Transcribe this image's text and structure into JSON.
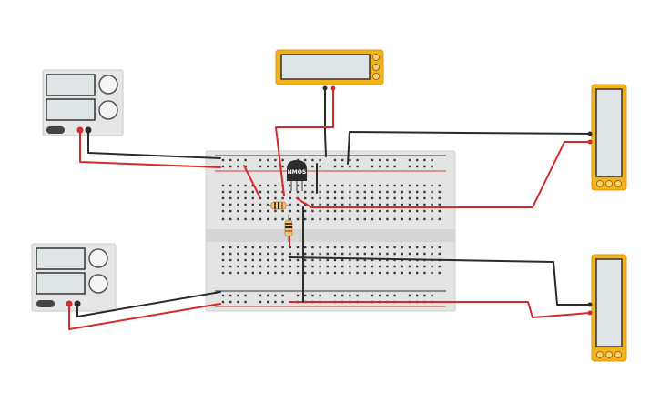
{
  "components": {
    "transistor_label": "NMOS",
    "power_supplies": [
      {
        "name": "power-supply-top"
      },
      {
        "name": "power-supply-bottom"
      }
    ],
    "multimeters": [
      {
        "name": "multimeter-top"
      },
      {
        "name": "multimeter-right-top"
      },
      {
        "name": "multimeter-right-bottom"
      }
    ]
  },
  "colors": {
    "wire_positive": "#d42a2a",
    "wire_negative": "#2b2b2b",
    "multimeter_body": "#f2b21b",
    "breadboard": "#e4e4e4"
  }
}
